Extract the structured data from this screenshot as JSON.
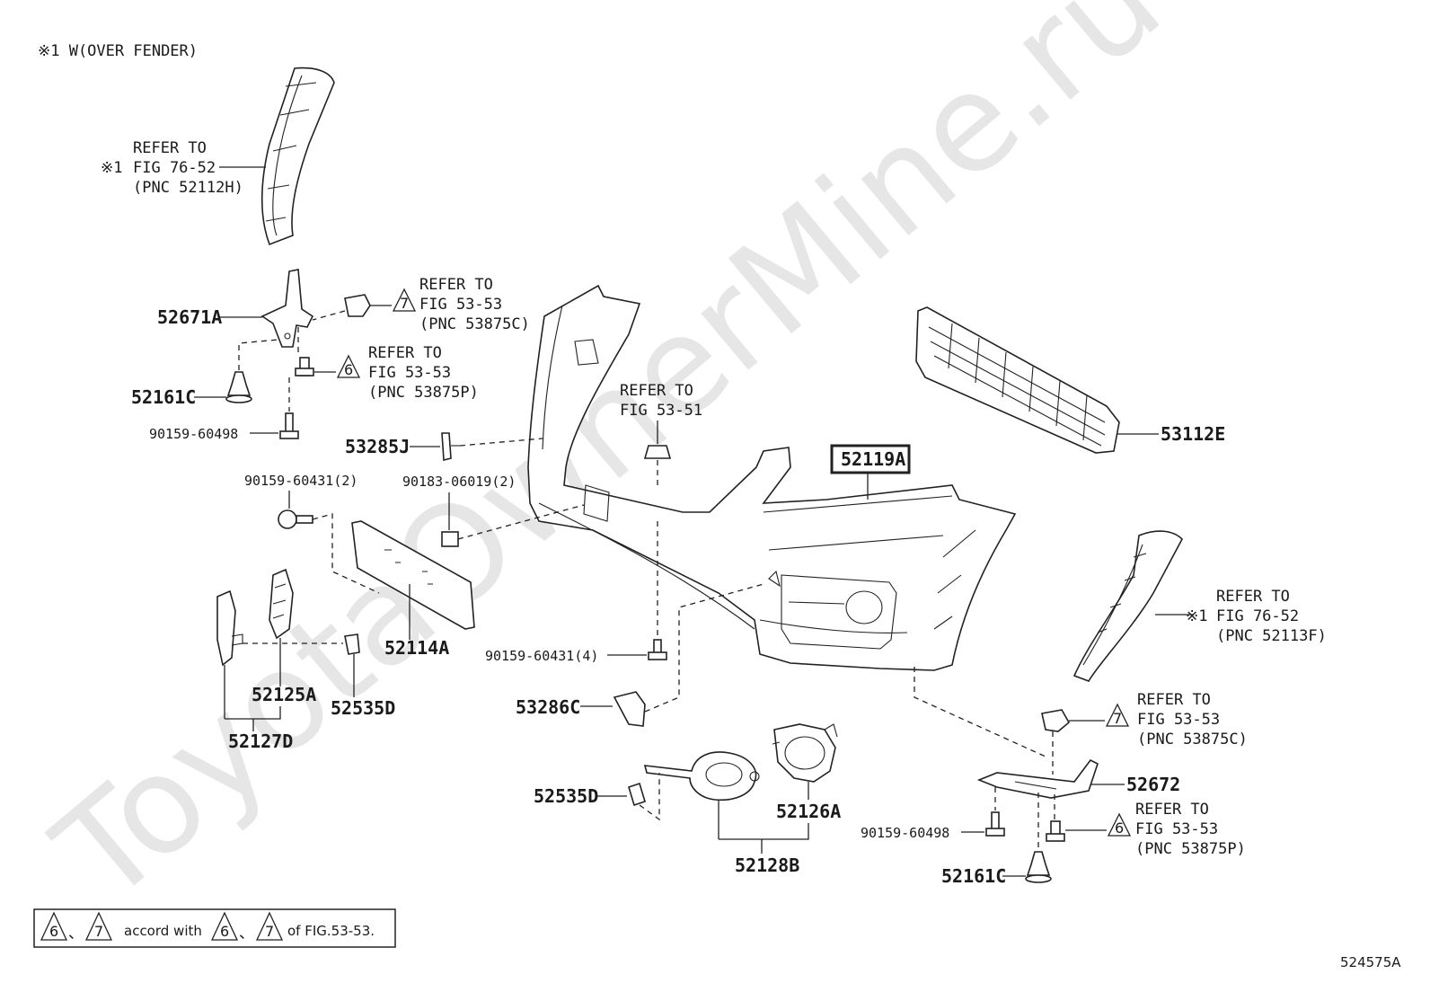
{
  "watermark": "ToyotaOwnerMine.ru",
  "header_note": "※1 W(OVER FENDER)",
  "figure_code": "524575A",
  "legend": {
    "tri_6": "6",
    "tri_7": "7",
    "separator": "、",
    "accord_with": "accord with",
    "of_fig": "of FIG.53-53."
  },
  "refs": {
    "fender_left": {
      "mark": "※1",
      "line1": "REFER TO",
      "line2": "FIG 76-52",
      "line3": "(PNC 52112H)"
    },
    "fender_right": {
      "mark": "※1",
      "line1": "REFER TO",
      "line2": "FIG 76-52",
      "line3": "(PNC 52113F)"
    },
    "clip_53875c_top": {
      "tri": "7",
      "line1": "REFER TO",
      "line2": "FIG 53-53",
      "line3": "(PNC 53875C)"
    },
    "bolt_53875p_top": {
      "tri": "6",
      "line1": "REFER TO",
      "line2": "FIG 53-53",
      "line3": "(PNC 53875P)"
    },
    "fig_53_51": {
      "line1": "REFER TO",
      "line2": "FIG 53-51"
    },
    "clip_53875c_bottom": {
      "tri": "7",
      "line1": "REFER TO",
      "line2": "FIG 53-53",
      "line3": "(PNC 53875C)"
    },
    "bolt_53875p_bottom": {
      "tri": "6",
      "line1": "REFER TO",
      "line2": "FIG 53-53",
      "line3": "(PNC 53875P)"
    }
  },
  "parts": {
    "p52671A": "52671A",
    "p52161C_top": "52161C",
    "p90159_60498_top": "90159-60498",
    "p53285J": "53285J",
    "p90159_60431_2": "90159-60431(2)",
    "p90183_06019_2": "90183-06019(2)",
    "p52119A": "52119A",
    "p53112E": "53112E",
    "p52114A": "52114A",
    "p52125A": "52125A",
    "p52535D_left": "52535D",
    "p52127D": "52127D",
    "p90159_60431_4": "90159-60431(4)",
    "p53286C": "53286C",
    "p52535D_bottom": "52535D",
    "p52126A": "52126A",
    "p52128B": "52128B",
    "p52672": "52672",
    "p90159_60498_bottom": "90159-60498",
    "p52161C_bottom": "52161C"
  }
}
